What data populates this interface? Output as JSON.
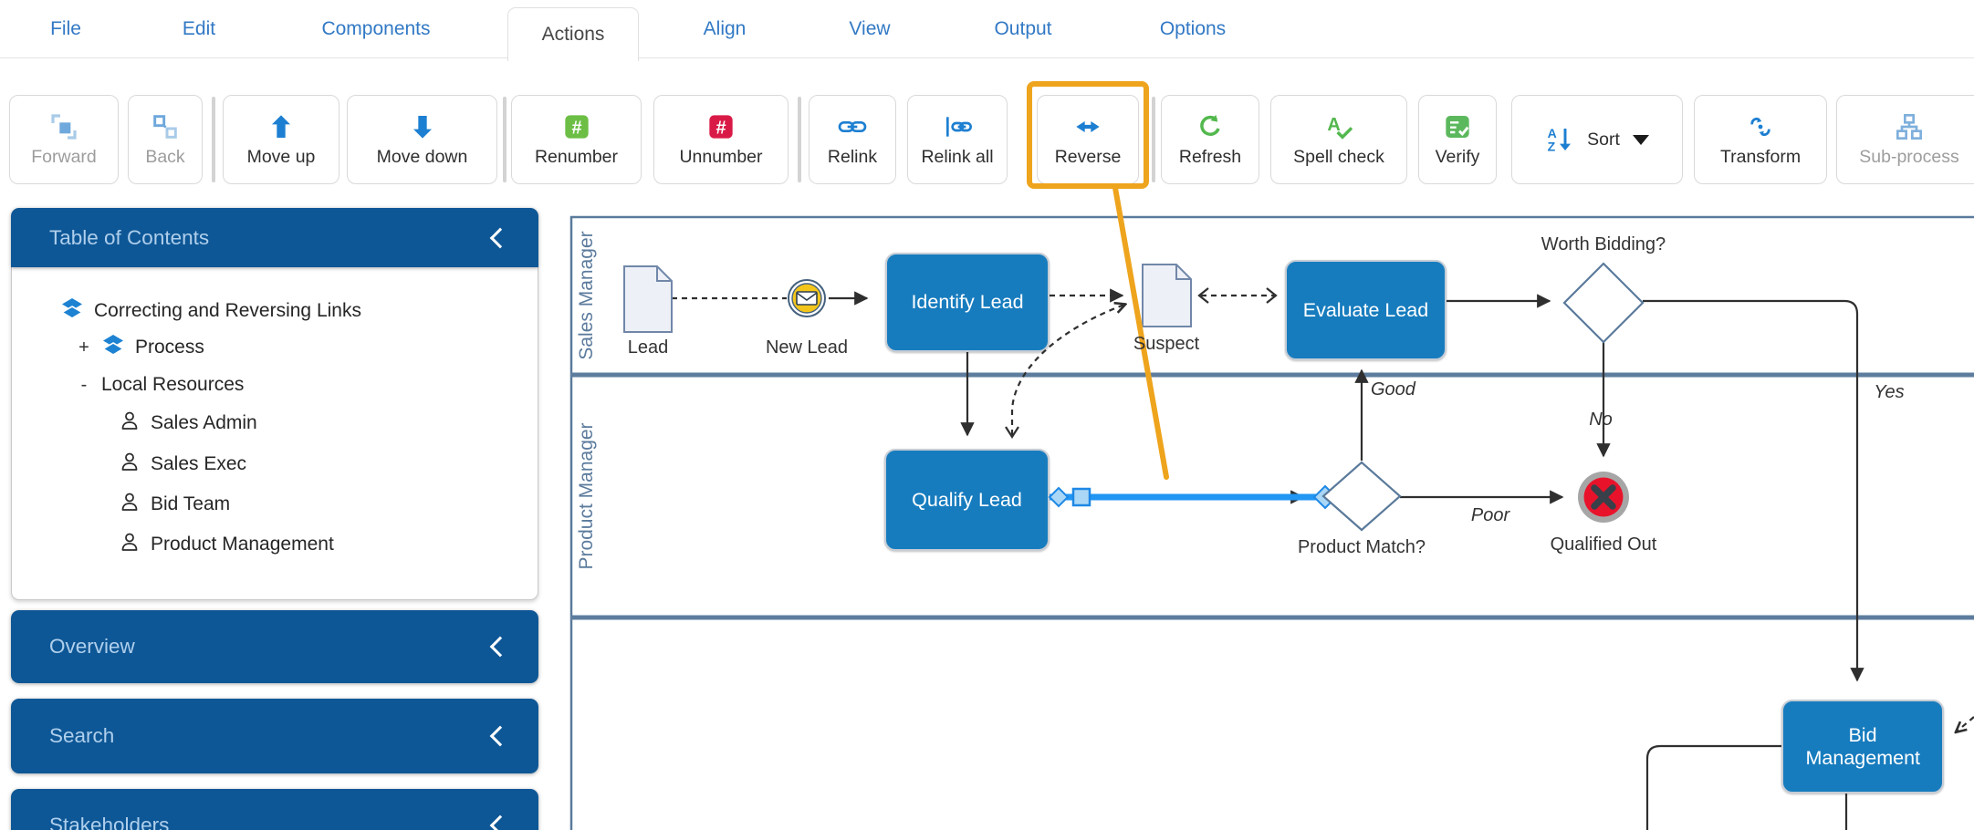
{
  "menu": {
    "items": [
      "File",
      "Edit",
      "Components",
      "Actions",
      "Align",
      "View",
      "Output",
      "Options"
    ],
    "active": "Actions"
  },
  "toolbar": {
    "buttons": [
      {
        "label": "Forward",
        "state": "disabled"
      },
      {
        "label": "Back",
        "state": "disabled"
      },
      {
        "label": "Move up",
        "state": "enabled"
      },
      {
        "label": "Move down",
        "state": "enabled"
      },
      {
        "label": "Renumber",
        "state": "enabled",
        "glyph": "#"
      },
      {
        "label": "Unnumber",
        "state": "enabled",
        "glyph": "#"
      },
      {
        "label": "Relink",
        "state": "enabled"
      },
      {
        "label": "Relink all",
        "state": "enabled"
      },
      {
        "label": "Reverse",
        "state": "enabled",
        "highlighted": true
      },
      {
        "label": "Refresh",
        "state": "enabled"
      },
      {
        "label": "Spell check",
        "state": "enabled",
        "glyph": "A"
      },
      {
        "label": "Verify",
        "state": "enabled"
      },
      {
        "label": "Sort",
        "state": "enabled",
        "has_dropdown": true,
        "glyph_a": "A",
        "glyph_z": "Z"
      },
      {
        "label": "Transform",
        "state": "enabled"
      },
      {
        "label": "Sub-process",
        "state": "disabled"
      }
    ]
  },
  "sidebar": {
    "toc": {
      "title": "Table of Contents",
      "items": [
        {
          "label": "Correcting and Reversing Links",
          "icon": "layers",
          "indent": 0
        },
        {
          "label": "Process",
          "icon": "layers",
          "prefix": "+",
          "indent": 1
        },
        {
          "label": "Local Resources",
          "prefix": "-",
          "indent": 1
        },
        {
          "label": "Sales Admin",
          "icon": "person",
          "indent": 2
        },
        {
          "label": "Sales Exec",
          "icon": "person",
          "indent": 2
        },
        {
          "label": "Bid Team",
          "icon": "person",
          "indent": 2
        },
        {
          "label": "Product Management",
          "icon": "person",
          "indent": 2
        }
      ]
    },
    "panels": [
      "Overview",
      "Search",
      "Stakeholders"
    ]
  },
  "diagram": {
    "lanes": [
      "Sales Manager",
      "Product Manager"
    ],
    "nodes": {
      "lead": "Lead",
      "new_lead": "New Lead",
      "identify_lead": "Identify Lead",
      "suspect": "Suspect",
      "evaluate_lead": "Evaluate Lead",
      "worth_bidding": "Worth Bidding?",
      "qualify_lead": "Qualify Lead",
      "product_match": "Product Match?",
      "qualified_out": "Qualified Out",
      "bid_management": "Bid Management"
    },
    "edge_labels": {
      "good": "Good",
      "poor": "Poor",
      "no": "No",
      "yes": "Yes"
    }
  },
  "colors": {
    "header_blue": "#0E5796",
    "menu_blue": "#3279C5",
    "node_blue": "#177CBE",
    "selection_blue": "#2196F3",
    "highlight_orange": "#EEA41D",
    "terminate_red": "#E8132B",
    "event_yellow": "#F3C51B",
    "lane_border": "#5A7A9B"
  }
}
